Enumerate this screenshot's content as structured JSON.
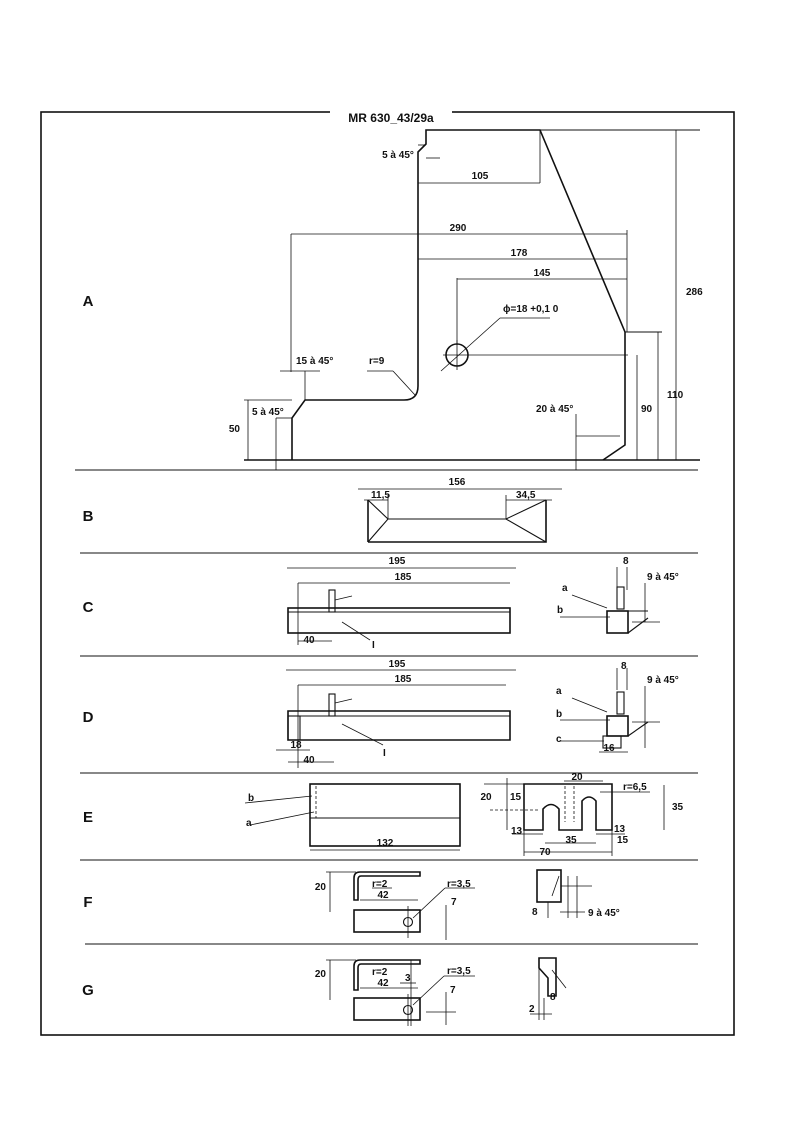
{
  "title": "MR 630_43/29a",
  "sections": {
    "A": {
      "label": "A",
      "dims": [
        "5 à 45°",
        "105",
        "290",
        "178",
        "145",
        "286",
        "ϕ=18 +0,1 0",
        "110",
        "90",
        "15 à 45°",
        "r=9",
        "5 à 45°",
        "50",
        "20 à 45°"
      ]
    },
    "B": {
      "label": "B",
      "dims": [
        "156",
        "11,5",
        "34,5"
      ]
    },
    "C": {
      "label": "C",
      "dims": [
        "195",
        "185",
        "40",
        "I",
        "8",
        "9 à 45°",
        "a",
        "b"
      ]
    },
    "D": {
      "label": "D",
      "dims": [
        "195",
        "185",
        "18",
        "40",
        "I",
        "8",
        "9 à 45°",
        "a",
        "b",
        "c",
        "16"
      ]
    },
    "E": {
      "label": "E",
      "dims": [
        "b",
        "a",
        "132",
        "20",
        "15",
        "20",
        "r=6,5",
        "35",
        "13",
        "13",
        "35",
        "15",
        "70"
      ]
    },
    "F": {
      "label": "F",
      "dims": [
        "20",
        "r=2",
        "42",
        "r=3,5",
        "7",
        "8",
        "9 à 45°"
      ]
    },
    "G": {
      "label": "G",
      "dims": [
        "20",
        "r=2",
        "42",
        "3",
        "r=3,5",
        "7",
        "2",
        "8"
      ]
    }
  }
}
